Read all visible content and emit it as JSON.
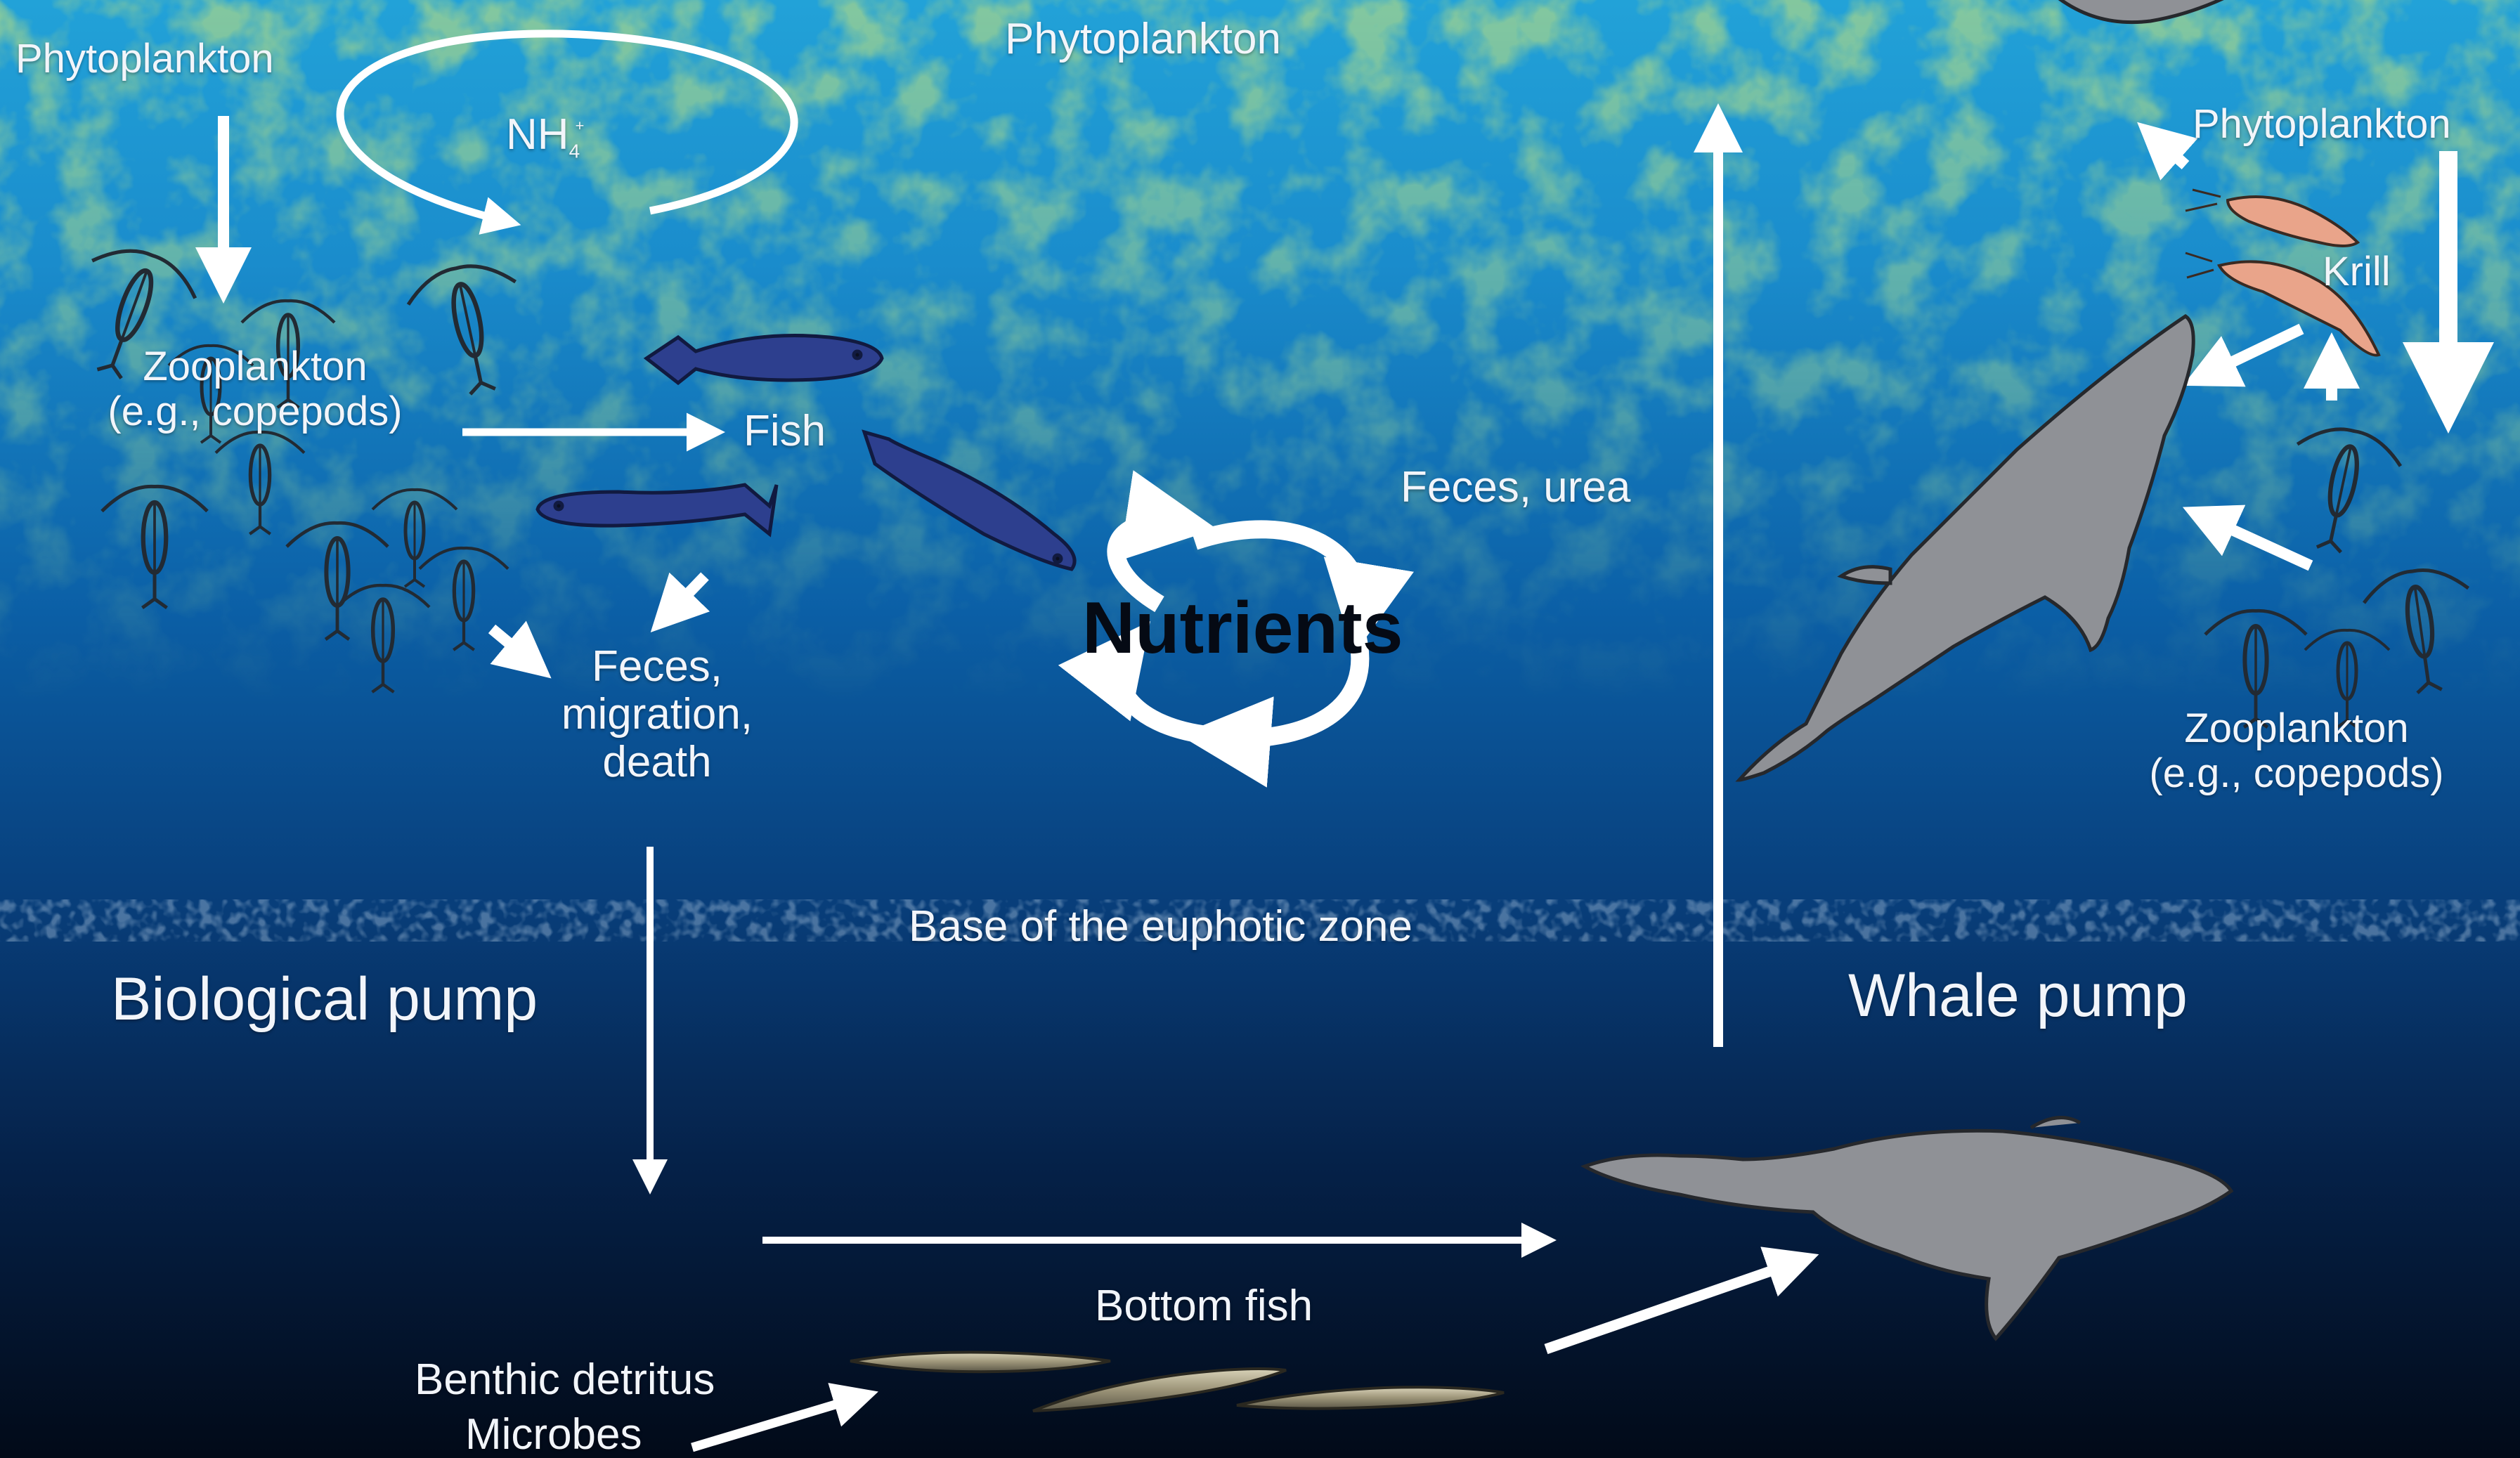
{
  "colors": {
    "surface_water": "#1e9ad4",
    "mid_water": "#0a5aa0",
    "deep_water": "#031226",
    "label_text": "#f2f5fa",
    "arrow": "#ffffff",
    "whale": "#8f9196",
    "fish": "#2d3f8e",
    "nutrients_text": "#050a14"
  },
  "labels": {
    "phyto_left": "Phytoplankton",
    "phyto_top": "Phytoplankton",
    "phyto_right": "Phytoplankton",
    "nh4_base": "NH",
    "nh4_sub": "4",
    "nh4_sup": "+",
    "zoo_left_line1": "Zooplankton",
    "zoo_left_line2": "(e.g., copepods)",
    "fish": "Fish",
    "feces_line1": "Feces,",
    "feces_line2": "migration,",
    "feces_line3": "death",
    "nutrients": "Nutrients",
    "feces_urea": "Feces, urea",
    "krill": "Krill",
    "zoo_right_line1": "Zooplankton",
    "zoo_right_line2": "(e.g., copepods)",
    "euphotic_base": "Base of the euphotic zone",
    "biological_pump": "Biological pump",
    "whale_pump": "Whale pump",
    "bottom_fish": "Bottom fish",
    "benthic_detritus": "Benthic detritus",
    "microbes": "Microbes"
  },
  "icons": [
    "ocean-background",
    "phytoplankton-texture",
    "copepod-icon",
    "fish-icon",
    "krill-icon",
    "humpback-whale-icon",
    "bottom-fish-icon",
    "nutrient-cycle-arrows",
    "flow-arrow"
  ]
}
